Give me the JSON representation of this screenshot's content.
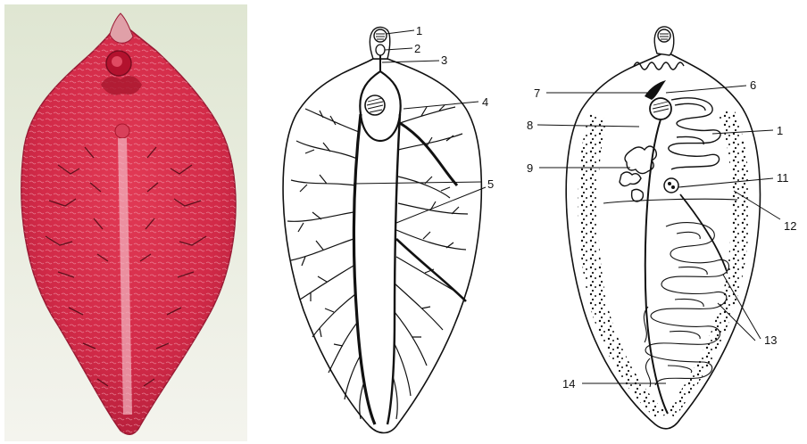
{
  "photo": {
    "icon": "fasciola-hepatica-stained-photo"
  },
  "gut_diagram": {
    "labels": [
      "1",
      "2",
      "3",
      "4",
      "5"
    ]
  },
  "reproductive_diagram": {
    "labels": [
      "6",
      "7",
      "8",
      "1",
      "9",
      "11",
      "12",
      "13",
      "14"
    ]
  }
}
